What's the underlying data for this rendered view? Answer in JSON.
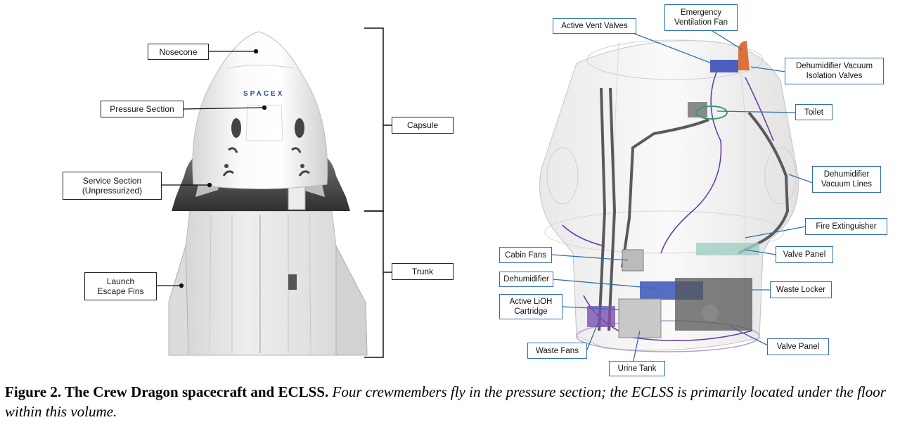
{
  "left_diagram": {
    "labels": {
      "nosecone": "Nosecone",
      "pressure_section": "Pressure Section",
      "service_section": "Service Section\n(Unpressurized)",
      "launch_escape_fins": "Launch\nEscape Fins",
      "capsule": "Capsule",
      "trunk": "Trunk"
    },
    "logo_text": "SPACEX"
  },
  "right_diagram": {
    "labels": {
      "active_vent_valves": "Active Vent Valves",
      "emergency_ventilation_fan": "Emergency\nVentilation Fan",
      "dehumidifier_vacuum_isolation_valves": "Dehumidifier Vacuum\nIsolation Valves",
      "toilet": "Toilet",
      "dehumidifier_vacuum_lines": "Dehumidifier\nVacuum Lines",
      "fire_extinguisher": "Fire Extinguisher",
      "cabin_fans": "Cabin Fans",
      "valve_panel_upper": "Valve Panel",
      "dehumidifier": "Dehumidifier",
      "waste_locker": "Waste Locker",
      "active_lioh_cartridge": "Active LiOH\nCartridge",
      "valve_panel_lower": "Valve Panel",
      "waste_fans": "Waste Fans",
      "urine_tank": "Urine Tank"
    }
  },
  "caption": {
    "figure_label": "Figure 2. The Crew Dragon spacecraft and ECLSS.",
    "text": "Four crewmembers fly in the pressure section; the ECLSS is primarily located under the floor within this volume."
  },
  "colors": {
    "callout_blue": "#2f6fb3",
    "capsule_white": "#f4f4f4",
    "trunk_gray": "#e3e3e3",
    "service_dark": "#4a4a4a",
    "pipe_dark": "#555555",
    "tube_purple": "#6a3ea1",
    "fan_orange": "#d9733a"
  }
}
